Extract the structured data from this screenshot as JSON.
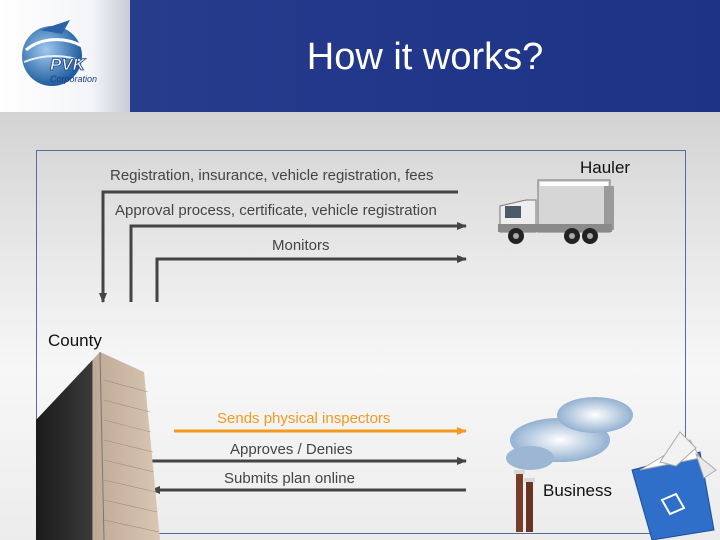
{
  "slide": {
    "title": "How it works?",
    "logo_text": "PVK",
    "logo_subtext": "Corporation"
  },
  "actors": {
    "hauler": "Hauler",
    "county": "County",
    "business": "Business"
  },
  "flows": [
    {
      "label": "Registration, insurance, vehicle registration, fees",
      "from": "Hauler",
      "to": "County",
      "color": "#444444"
    },
    {
      "label": "Approval process, certificate, vehicle registration",
      "from": "County",
      "to": "Hauler",
      "color": "#444444"
    },
    {
      "label": "Monitors",
      "from": "County",
      "to": "Hauler",
      "color": "#444444"
    },
    {
      "label": "Sends physical inspectors",
      "from": "County",
      "to": "Business",
      "color": "#f39a1e"
    },
    {
      "label": "Approves / Denies",
      "from": "County",
      "to": "Business",
      "color": "#444444"
    },
    {
      "label": "Submits plan online",
      "from": "Business",
      "to": "County",
      "color": "#444444"
    }
  ],
  "icons": [
    "globe-logo-icon",
    "garbage-truck-icon",
    "skyscraper-icon",
    "smokestack-icon",
    "recycling-bin-icon"
  ]
}
